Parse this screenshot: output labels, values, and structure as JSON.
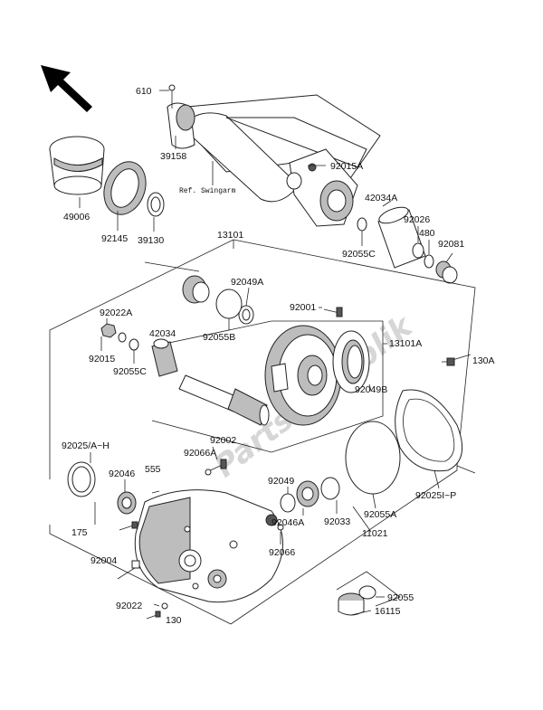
{
  "watermark": "PartsRepublik",
  "ref_note": "Ref. Swingarm",
  "labels": {
    "l610": "610",
    "l39158": "39158",
    "l92015A": "92015A",
    "l49006": "49006",
    "l92145": "92145",
    "l39130": "39130",
    "l42034A": "42034A",
    "l92026": "92026",
    "l480": "480",
    "l92081": "92081",
    "l92055C_top": "92055C",
    "l13101": "13101",
    "l92049A": "92049A",
    "l92001": "92001",
    "l92022A": "92022A",
    "l42034": "42034",
    "l13101A": "13101A",
    "l92055B": "92055B",
    "l130A": "130A",
    "l92015": "92015",
    "l92055C": "92055C",
    "l92049B": "92049B",
    "l92025AH": "92025/A~H",
    "l92002": "92002",
    "l92066A": "92066A",
    "l92046": "92046",
    "l555": "555",
    "l92049": "92049",
    "l92046A": "92046A",
    "l92033": "92033",
    "l92055A": "92055A",
    "l92025IP": "92025I~P",
    "l175": "175",
    "l11021": "11021",
    "l92004": "92004",
    "l92066": "92066",
    "l92055": "92055",
    "l92022": "92022",
    "l16115": "16115",
    "l130": "130"
  }
}
